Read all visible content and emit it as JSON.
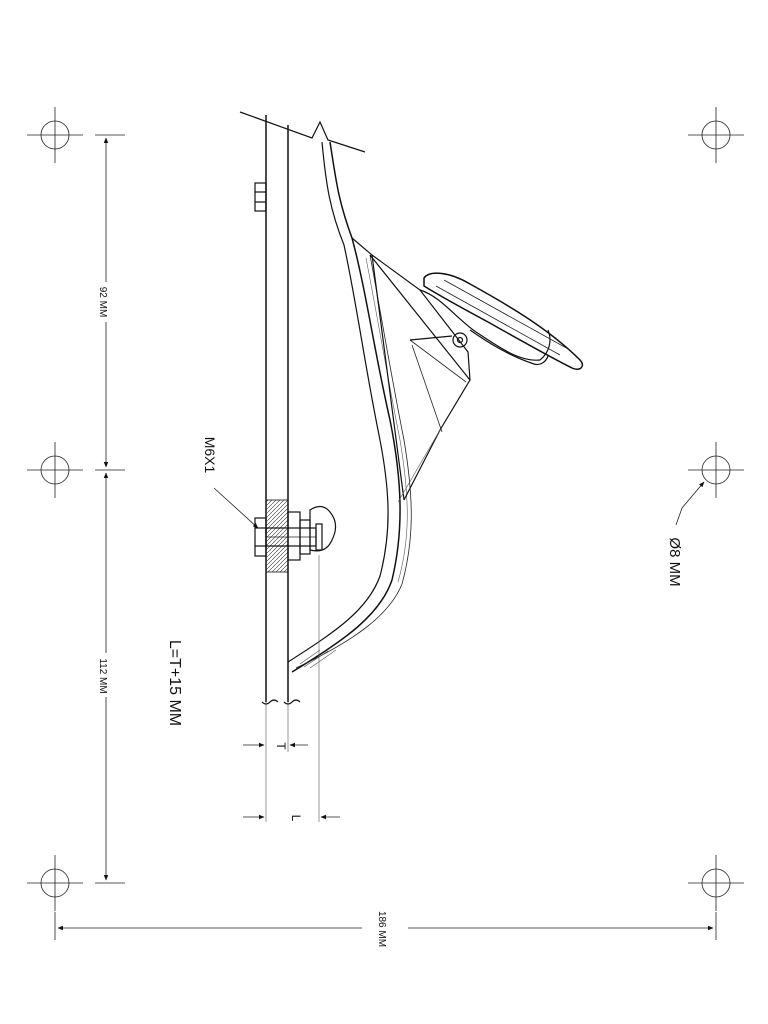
{
  "dimensions": {
    "upper_span": "92 MM",
    "lower_span": "112 MM",
    "overall_span": "186 MM",
    "hole_diameter": "Ø8 MM",
    "bolt_thread": "M6X1",
    "length_formula": "L=T+15 MM",
    "thickness_label": "T",
    "length_label": "L"
  }
}
